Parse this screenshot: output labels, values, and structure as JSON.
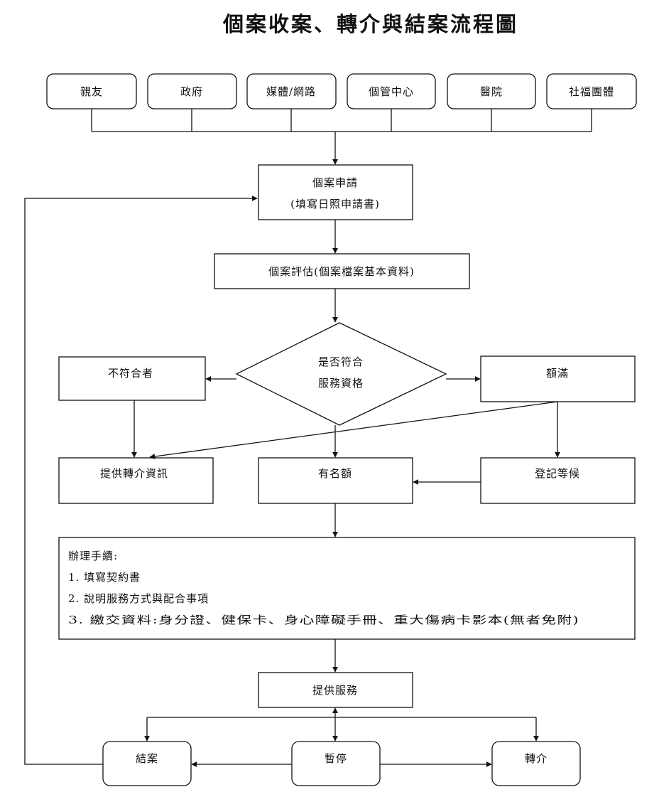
{
  "title": "個案收案、轉介與結案流程圖",
  "sources": [
    "親友",
    "政府",
    "媒體/網路",
    "個管中心",
    "醫院",
    "社福團體"
  ],
  "application": {
    "line1": "個案申請",
    "line2": "(填寫日照申請書)"
  },
  "assessment": "個案評估(個案檔案基本資料)",
  "decision": {
    "line1": "是否符合",
    "line2": "服務資格"
  },
  "not_eligible": "不符合者",
  "full": "額滿",
  "referral_info": "提供轉介資訊",
  "has_slot": "有名額",
  "waitlist": "登記等候",
  "procedures": {
    "heading": "辦理手續:",
    "items": [
      "1.  填寫契約書",
      "2.  說明服務方式與配合事項",
      "3.  繳交資料:身分證、健保卡、身心障礙手冊、重大傷病卡影本(無者免附)"
    ]
  },
  "service": "提供服務",
  "outcomes": {
    "close": "結案",
    "pause": "暫停",
    "transfer": "轉介"
  }
}
